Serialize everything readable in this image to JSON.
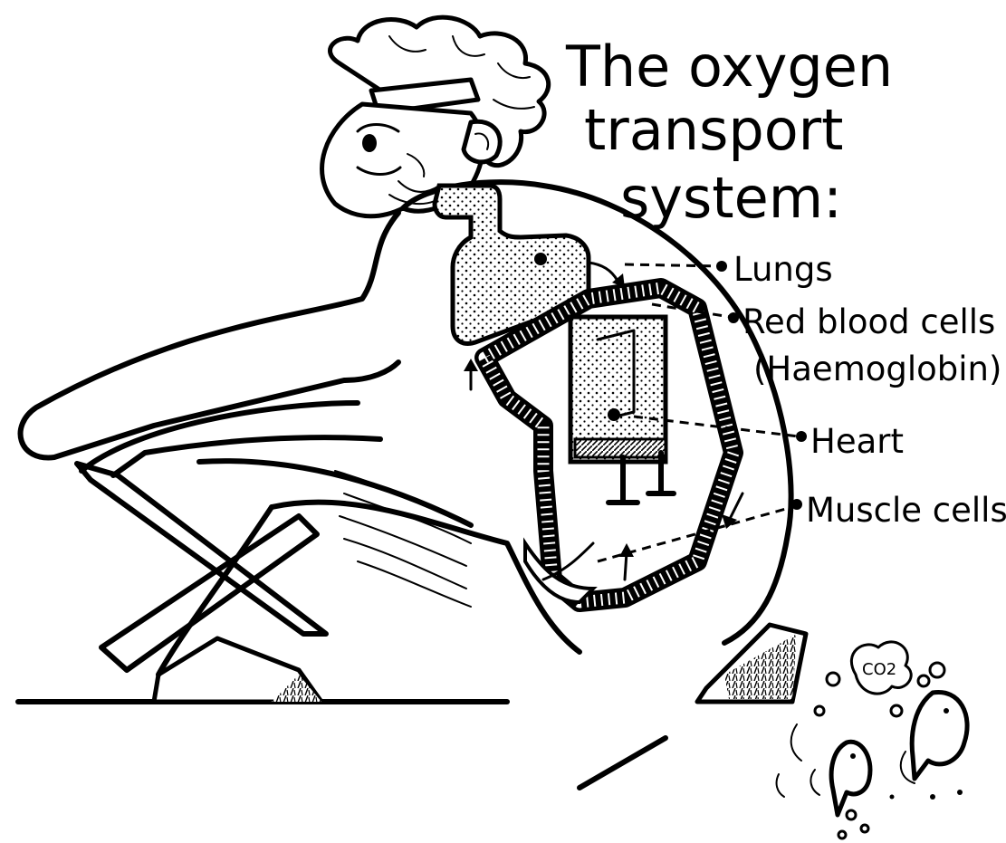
{
  "title": {
    "line1": "The oxygen",
    "line2": "transport",
    "line3": "system:"
  },
  "labels": {
    "lungs": "Lungs",
    "red_blood_cells": "Red blood cells",
    "haemoglobin": "(Haemoglobin)",
    "heart": "Heart",
    "muscle_cells": "Muscle cells"
  },
  "bubble_text": "CO2"
}
